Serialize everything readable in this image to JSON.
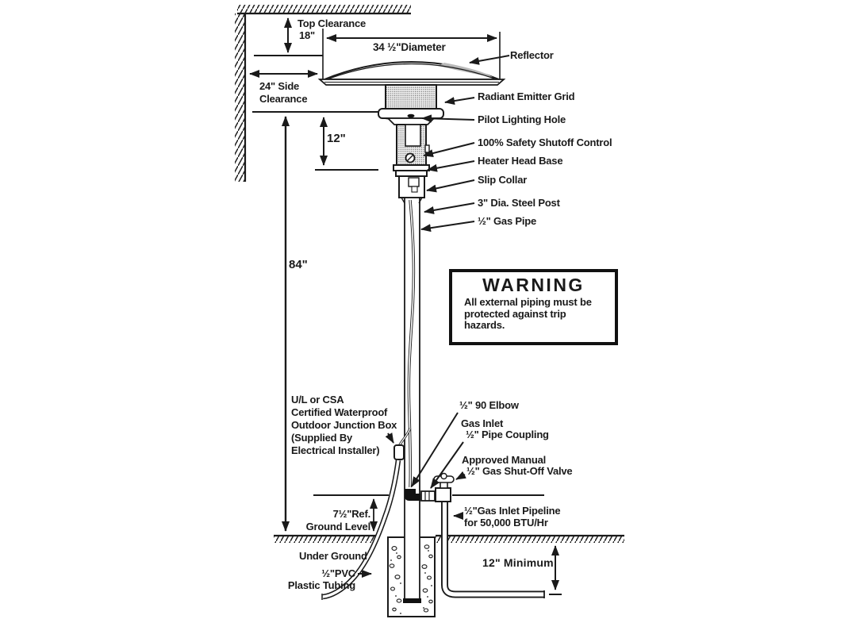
{
  "colors": {
    "line": "#1a1a1a",
    "background": "#ffffff",
    "warning_border": "#111111",
    "reflector_highlight": "#b9b9b9"
  },
  "labels": {
    "top_clearance_l1": "Top Clearance",
    "top_clearance_l2": "18\"",
    "diameter": "34 ½\"Diameter",
    "reflector": "Reflector",
    "side_clearance": "24\" Side\nClearance",
    "radiant_emitter_grid": "Radiant Emitter Grid",
    "pilot_lighting_hole": "Pilot Lighting Hole",
    "head_length": "12\"",
    "safety_shutoff_control": "100% Safety Shutoff Control",
    "heater_head_base": "Heater Head Base",
    "slip_collar": "Slip Collar",
    "steel_post": "3\" Dia. Steel Post",
    "gas_pipe": "½\" Gas Pipe",
    "post_height": "84\"",
    "junction_box": "U/L or CSA\nCertified Waterproof\nOutdoor Junction Box\n(Supplied By\nElectrical Installer)",
    "elbow": "½\" 90 Elbow",
    "gas_inlet_l1": "Gas Inlet",
    "gas_inlet_l2": "½\" Pipe Coupling",
    "valve_l1": "Approved Manual",
    "valve_l2": "½\" Gas Shut-Off Valve",
    "ref_height": "7½\"Ref.\nGround Level",
    "gas_inlet_pipeline": "½\"Gas Inlet Pipeline\nfor 50,000 BTU/Hr",
    "under_ground": "Under Ground",
    "pvc_tubing": "½\"PVC\nPlastic Tubing",
    "depth_minimum": "12\" Minimum"
  },
  "warning": {
    "title": "WARNING",
    "body": "All external piping must be\nprotected against trip\nhazards."
  }
}
